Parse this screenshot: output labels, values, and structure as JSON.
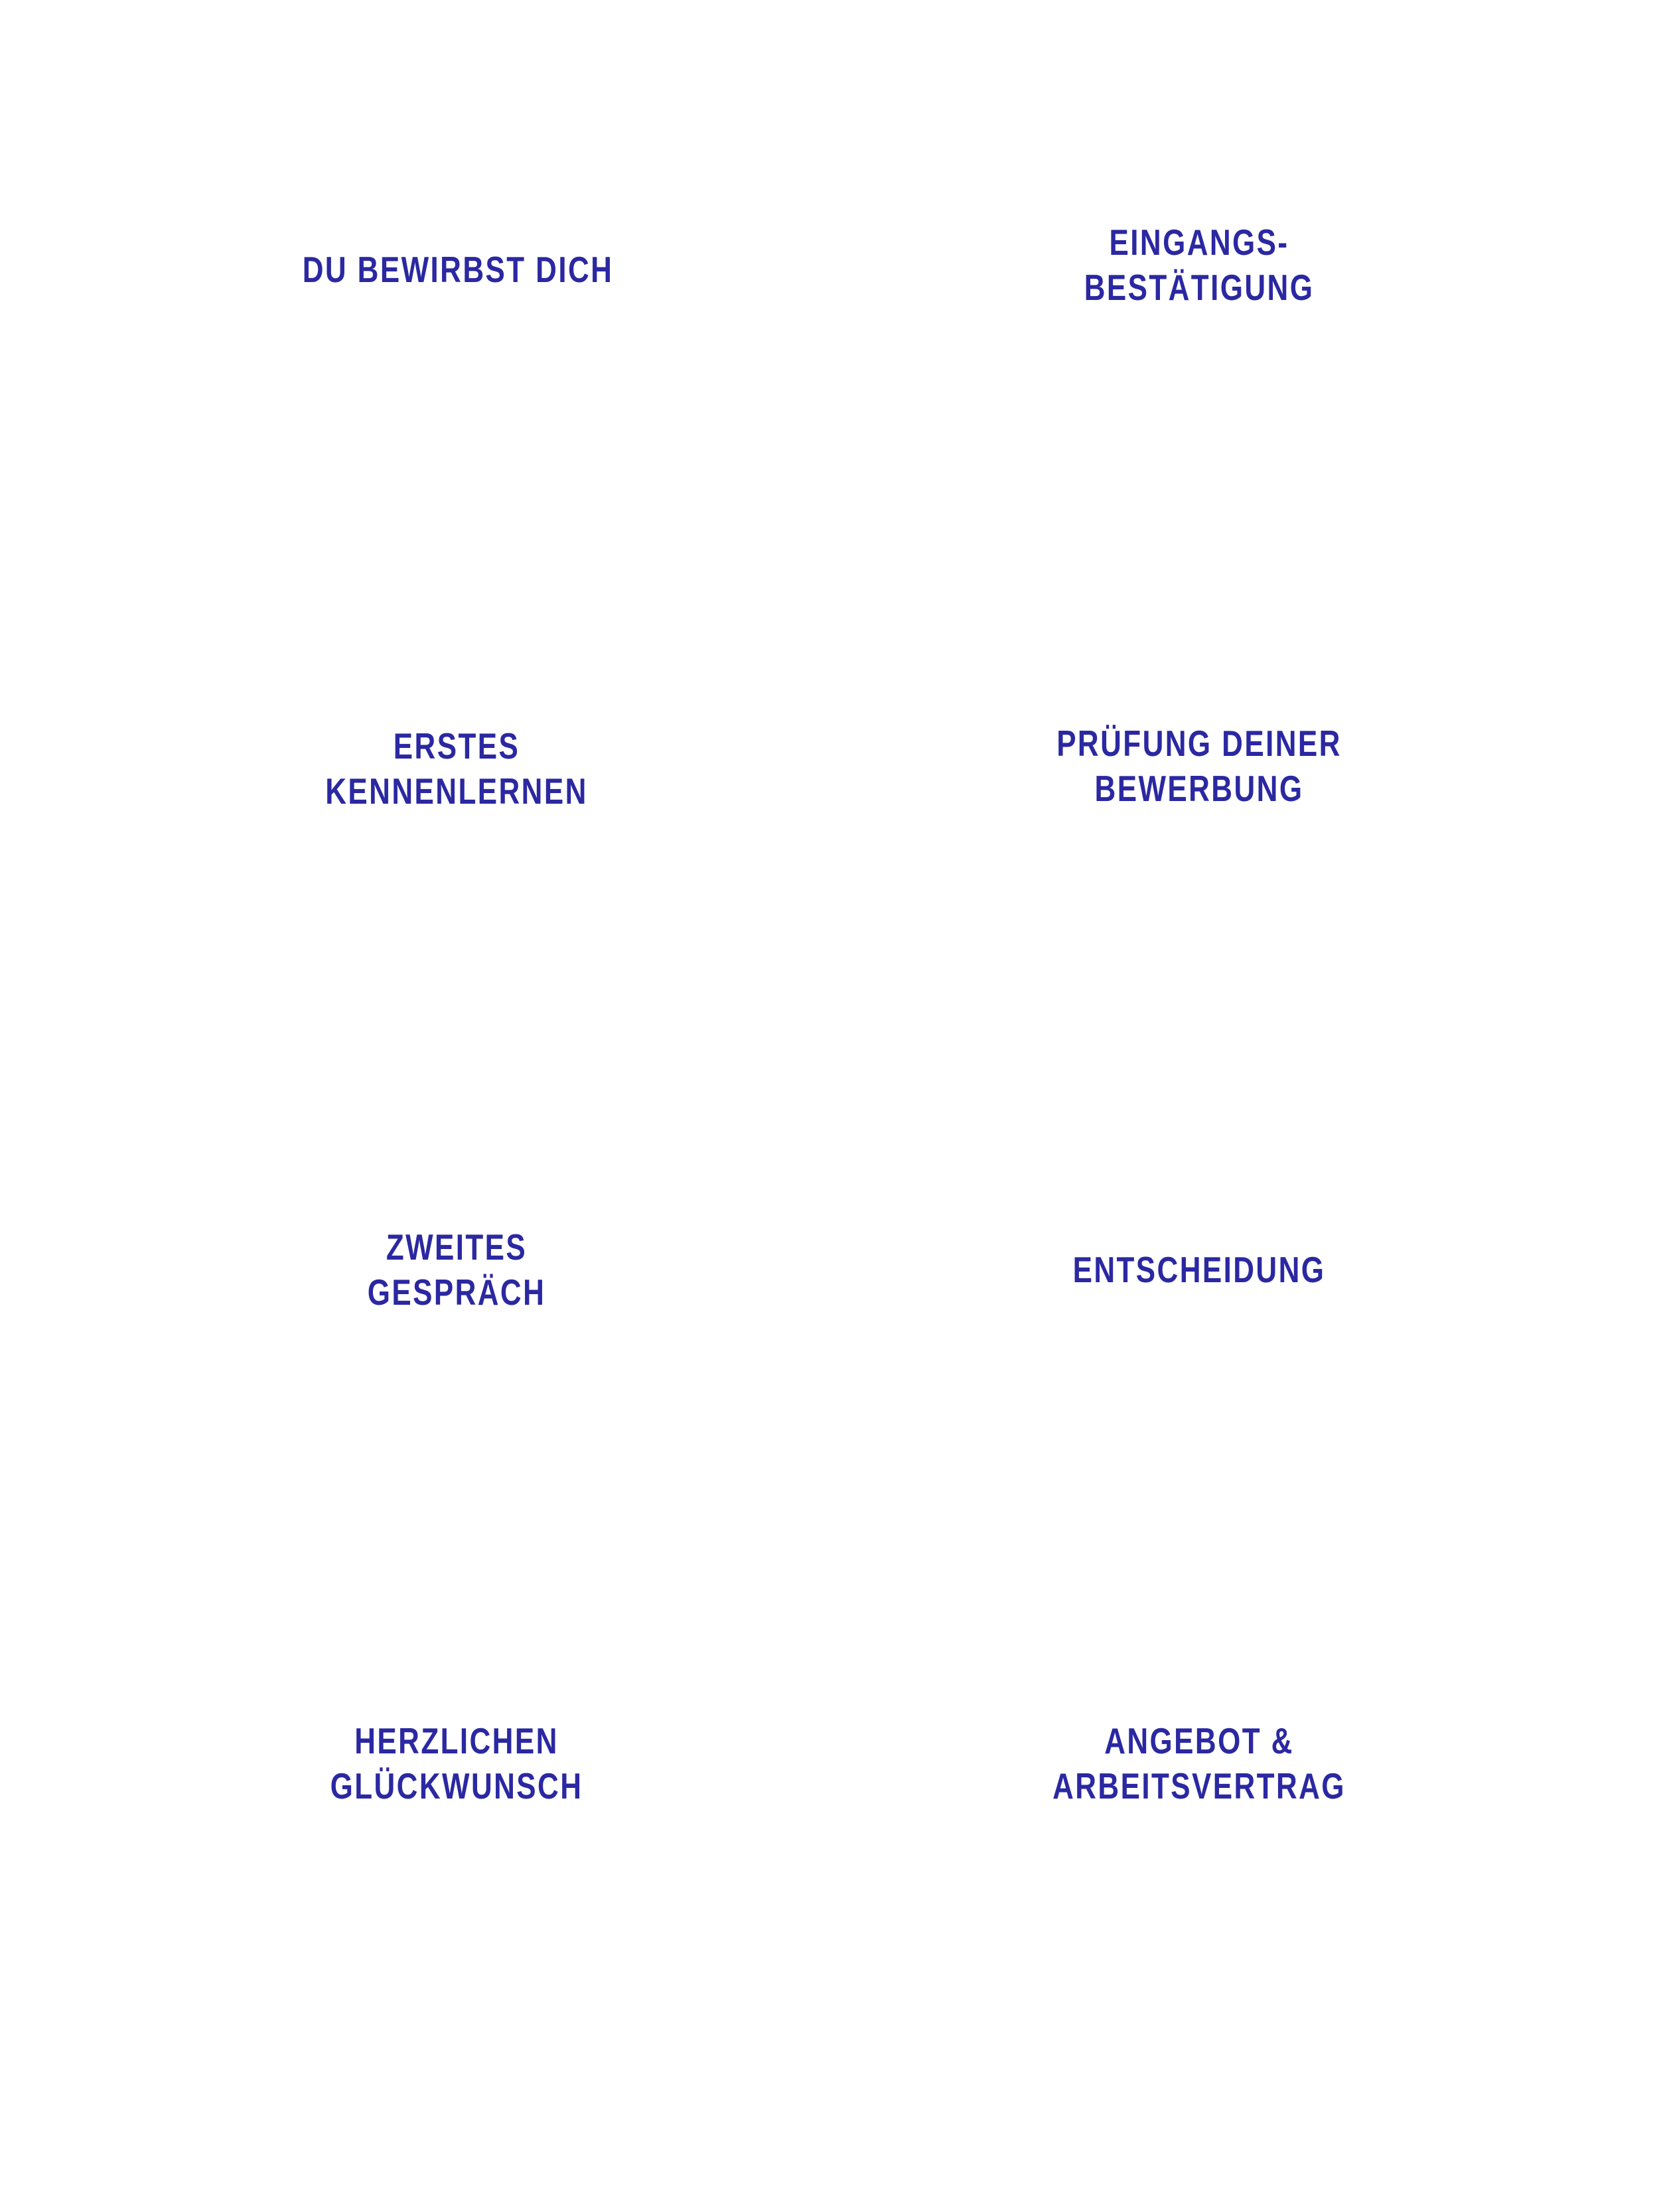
{
  "page": {
    "background_color": "#ffffff",
    "accent_color": "#2b28a2"
  },
  "steps": [
    {
      "label": "DU BEWIRBST DICH"
    },
    {
      "label": "EINGANGS-\nBESTÄTIGUNG"
    },
    {
      "label": "ERSTES\nKENNENLERNEN"
    },
    {
      "label": "PRÜFUNG DEINER\nBEWERBUNG"
    },
    {
      "label": "ZWEITES\nGESPRÄCH"
    },
    {
      "label": "ENTSCHEIDUNG"
    },
    {
      "label": "HERZLICHEN\nGLÜCKWUNSCH"
    },
    {
      "label": "ANGEBOT &\nARBEITSVERTRAG"
    }
  ]
}
